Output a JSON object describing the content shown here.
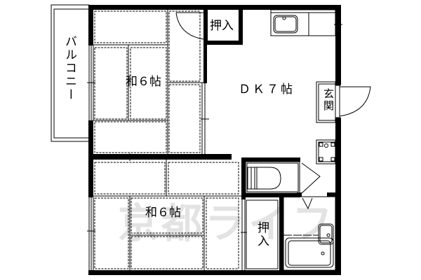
{
  "plan": {
    "watermark": "京都ライフ",
    "rooms": {
      "balcony": "バルコニー",
      "washitsu_upper": "和６帖",
      "washitsu_lower": "和６帖",
      "dk": "ＤＫ７帖",
      "closet_upper": "押入",
      "closet_lower": "押入",
      "entrance": "玄関"
    }
  }
}
